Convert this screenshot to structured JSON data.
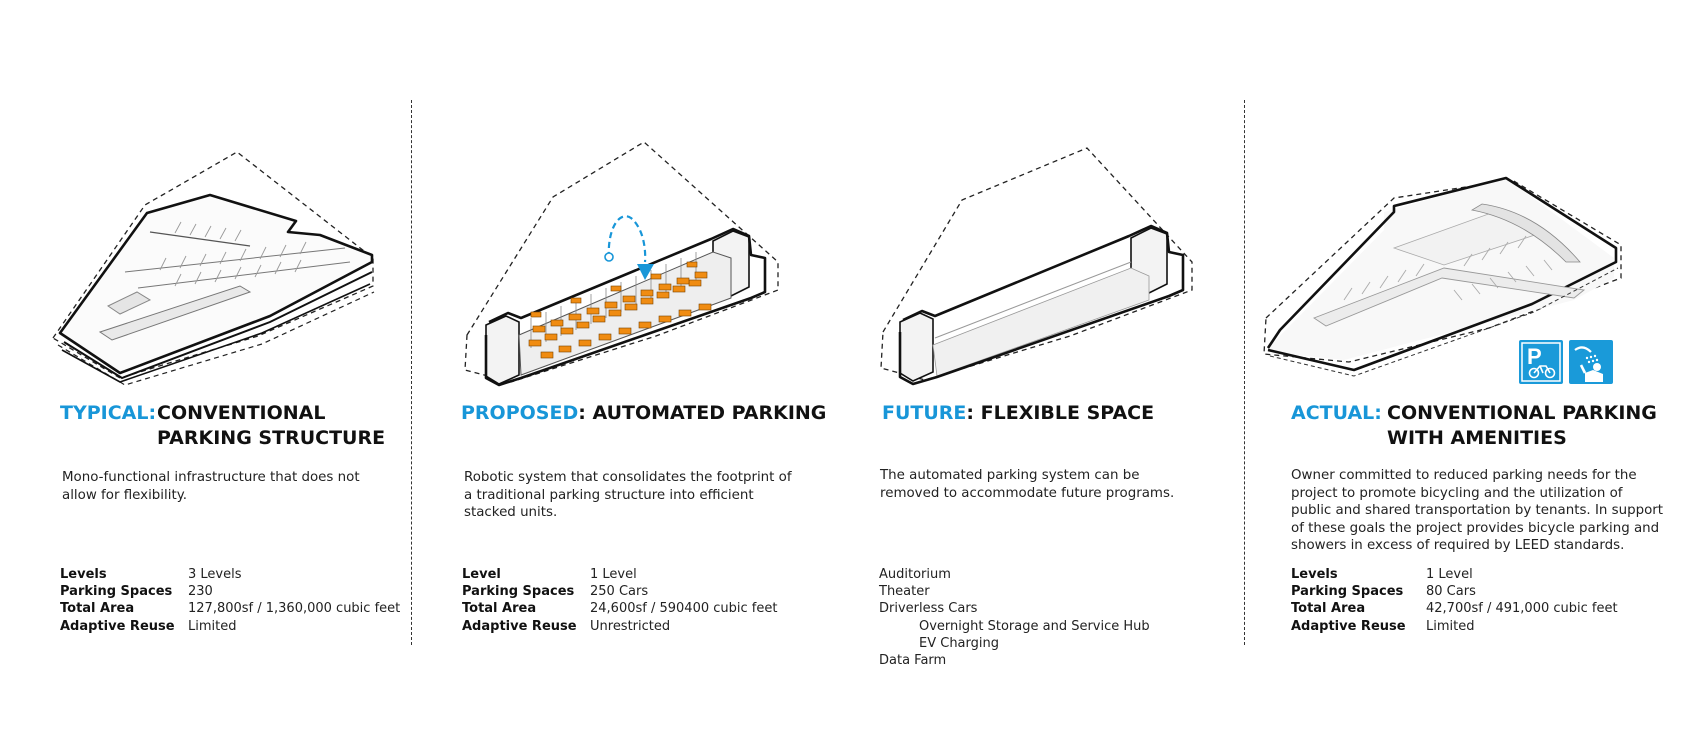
{
  "accent_color": "#1896d8",
  "panels": [
    {
      "accent": "TYPICAL",
      "sep": ":",
      "title1": "CONVENTIONAL",
      "title2": "PARKING STRUCTURE",
      "description": "Mono-functional infrastructure that does not allow for flexibility.",
      "specs": [
        {
          "label": "Levels",
          "value": "3 Levels"
        },
        {
          "label": "Parking Spaces",
          "value": "230"
        },
        {
          "label": "Total Area",
          "value": "127,800sf / 1,360,000 cubic feet"
        },
        {
          "label": "Adaptive Reuse",
          "value": "Limited"
        }
      ]
    },
    {
      "accent": "PROPOSED",
      "sep": ":",
      "title1": "AUTOMATED PARKING",
      "description": "Robotic system that consolidates the footprint of a traditional parking structure into efficient stacked units.",
      "specs": [
        {
          "label": "Level",
          "value": "1 Level"
        },
        {
          "label": "Parking Spaces",
          "value": "250 Cars"
        },
        {
          "label": "Total Area",
          "value": "24,600sf / 590400 cubic feet"
        },
        {
          "label": "Adaptive Reuse",
          "value": "Unrestricted"
        }
      ]
    },
    {
      "accent": "FUTURE",
      "sep": ":",
      "title1": "FLEXIBLE SPACE",
      "description": "The automated parking system can be removed to accommodate future programs.",
      "programs": [
        {
          "text": "Auditorium",
          "indent": false
        },
        {
          "text": "Theater",
          "indent": false
        },
        {
          "text": "Driverless Cars",
          "indent": false
        },
        {
          "text": "Overnight Storage and Service Hub",
          "indent": true
        },
        {
          "text": "EV Charging",
          "indent": true
        },
        {
          "text": "Data Farm",
          "indent": false
        }
      ]
    },
    {
      "accent": "ACTUAL",
      "sep": ":",
      "title1": "CONVENTIONAL PARKING",
      "title2": "WITH AMENITIES",
      "description": "Owner committed to reduced parking needs for the project to promote bicycling and the utilization of public and shared transportation by tenants. In support of these goals the project provides bicycle parking and showers in excess of required by LEED standards.",
      "specs": [
        {
          "label": "Levels",
          "value": "1 Level"
        },
        {
          "label": "Parking Spaces",
          "value": "80 Cars"
        },
        {
          "label": "Total Area",
          "value": "42,700sf / 491,000 cubic feet"
        },
        {
          "label": "Adaptive Reuse",
          "value": "Limited"
        }
      ]
    }
  ],
  "icons": [
    "bike-parking-icon",
    "shower-icon"
  ]
}
